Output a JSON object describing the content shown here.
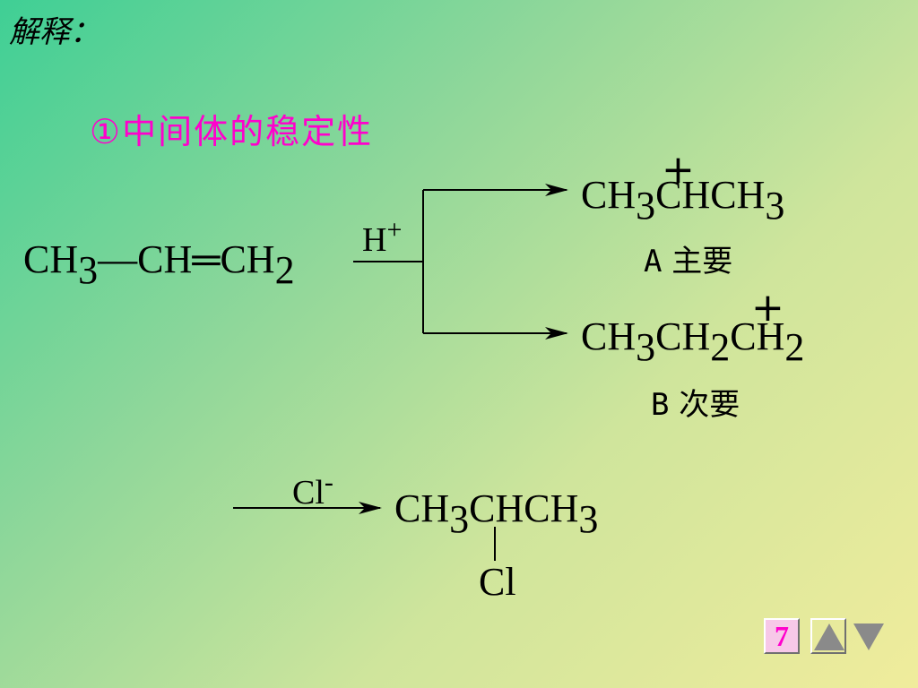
{
  "slide": {
    "heading": "解释：",
    "subheading": "①中间体的稳定性"
  },
  "reactant": {
    "ch3": "CH",
    "ch3_sub": "3",
    "single_bond": "—",
    "ch": "CH",
    "double_bond": "═",
    "ch2": "CH",
    "ch2_sub": "2"
  },
  "reagent_1": {
    "symbol": "H",
    "charge": "+"
  },
  "product_a": {
    "parts": [
      "CH",
      "3",
      "CHCH",
      "3"
    ],
    "charge": "+",
    "letter": "A",
    "label": "主要"
  },
  "product_b": {
    "parts": [
      "CH",
      "3",
      "CH",
      "2",
      "CH",
      "2"
    ],
    "charge": "+",
    "letter": "B",
    "label": "次要"
  },
  "reagent_2": {
    "symbol": "Cl",
    "charge": "-"
  },
  "final_product": {
    "parts": [
      "CH",
      "3",
      "CHCH",
      "3"
    ],
    "substituent": "Cl"
  },
  "nav": {
    "page_number": "7",
    "up_icon": "triangle-up-icon",
    "down_icon": "triangle-down-icon"
  }
}
